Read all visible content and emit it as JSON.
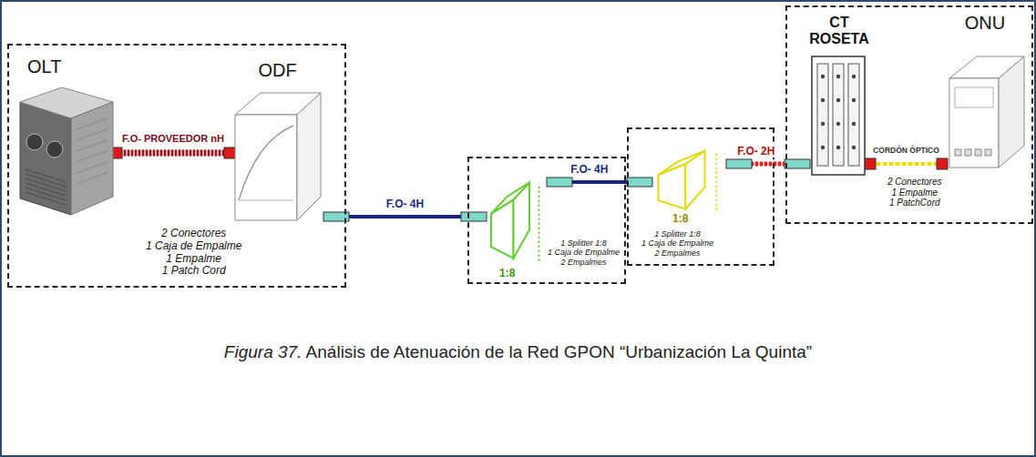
{
  "diagram": {
    "caption": "Figura 37. Análisis de Atenuación de la Red GPON “Urbanización La Quinta”",
    "nodes": [
      {
        "text": [
          "2 Conectores 1 Caja de Empalme 1 Empalme 1 Patch Cord"
        ]
      },
      {
        "text": [
          "OLT"
        ],
        "in": 0
      },
      {
        "text": [
          "ODF"
        ],
        "in": 0
      },
      {
        "text": [
          "1 Splitter 1:8 1 Caja de Empalme 2 Empalmes"
        ]
      },
      {
        "text": [
          "1:8"
        ],
        "in": 3
      },
      {
        "text": [
          "1 Splitter 1:8 1 Caja de Empalme 2 Empalmes"
        ]
      },
      {
        "text": [
          "1:8"
        ],
        "in": 5
      },
      {
        "text": [
          "2 Conectores 1 Empalme 1 PatchCord"
        ]
      },
      {
        "text": [
          "CT ROSETA"
        ],
        "in": 7
      },
      {
        "text": [
          "ONU"
        ],
        "in": 7
      }
    ],
    "edges": [
      {
        "from": 1,
        "to": 2,
        "label": "F.O- PROVEEDOR nH",
        "arrow": "none"
      },
      {
        "from": 2,
        "to": 4,
        "label": "F.O- 4H",
        "arrow": "none"
      },
      {
        "from": 4,
        "to": 6,
        "label": "F.O- 4H",
        "arrow": "none"
      },
      {
        "from": 6,
        "to": 8,
        "label": "F.O- 2H",
        "arrow": "none"
      },
      {
        "from": 8,
        "to": 9,
        "label": "CORDÓN ÓPTICO",
        "arrow": "none"
      }
    ]
  }
}
